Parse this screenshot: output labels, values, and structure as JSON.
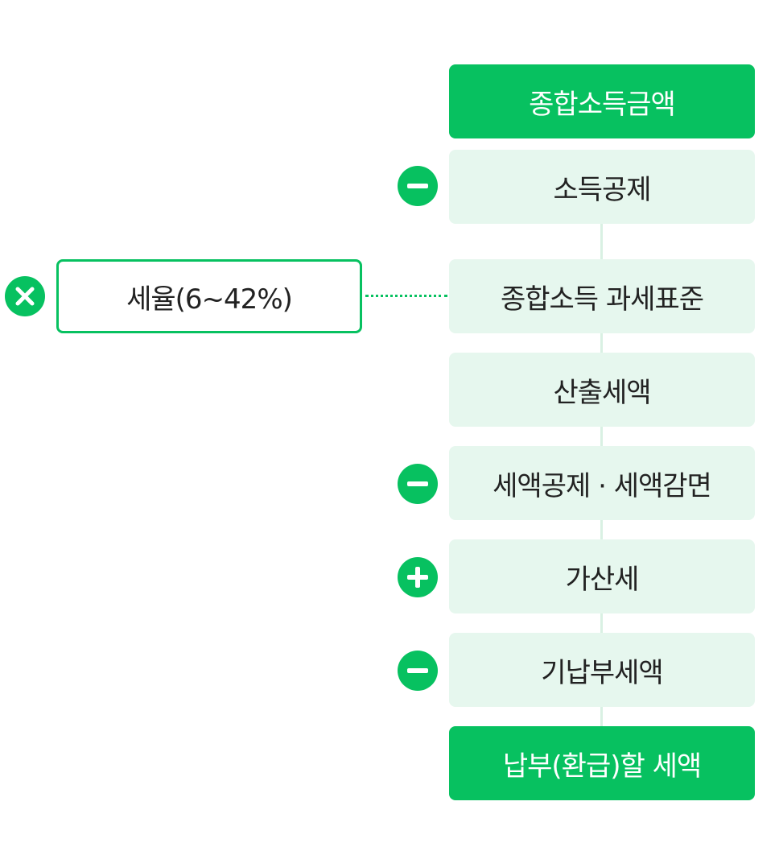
{
  "flow": {
    "steps": [
      {
        "label": "종합소득금액",
        "style": "primary",
        "operator": null
      },
      {
        "label": "소득공제",
        "style": "light",
        "operator": "minus"
      },
      {
        "label": "종합소득 과세표준",
        "style": "light",
        "operator": null
      },
      {
        "label": "산출세액",
        "style": "light",
        "operator": null
      },
      {
        "label": "세액공제 · 세액감면",
        "style": "light",
        "operator": "minus"
      },
      {
        "label": "가산세",
        "style": "light",
        "operator": "plus"
      },
      {
        "label": "기납부세액",
        "style": "light",
        "operator": "minus"
      },
      {
        "label": "납부(환급)할 세액",
        "style": "primary",
        "operator": null
      }
    ]
  },
  "side": {
    "rate_label": "세율(6~42%)",
    "operator": "times"
  },
  "colors": {
    "accent": "#07c160",
    "light_box": "#e6f7ee",
    "text_dark": "#222222",
    "text_light": "#ffffff"
  }
}
